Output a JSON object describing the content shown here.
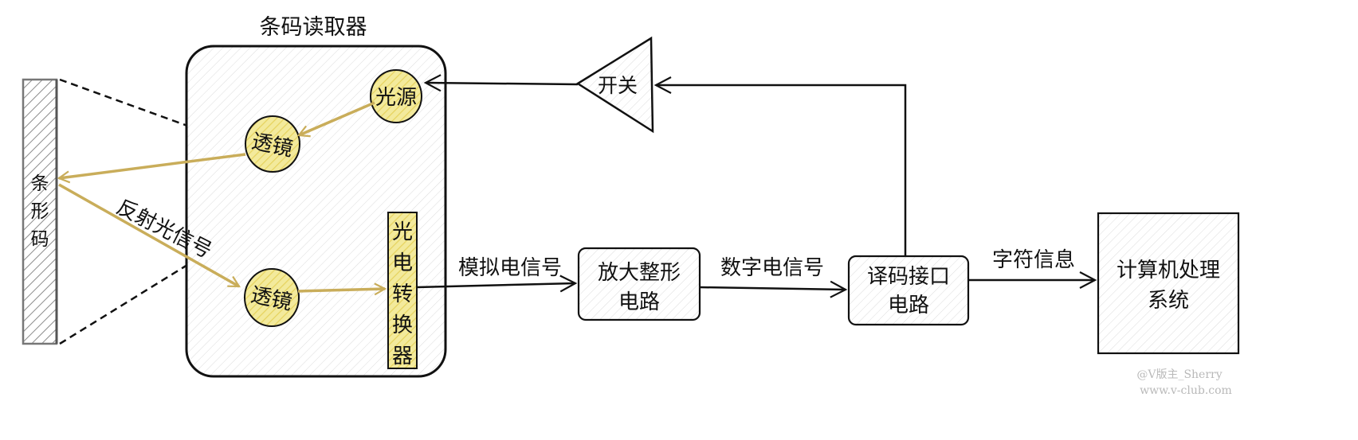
{
  "diagram": {
    "reader_title": "条码读取器",
    "barcode": "条形码",
    "light_source": "光源",
    "lens_top": "透镜",
    "lens_bottom": "透镜",
    "converter": "光电转换器",
    "reflected_signal": "反射光信号",
    "switch": "开关",
    "analog_signal": "模拟电信号",
    "amplifier_line1": "放大整形",
    "amplifier_line2": "电路",
    "digital_signal": "数字电信号",
    "decoder_line1": "译码接口",
    "decoder_line2": "电路",
    "char_info": "字符信息",
    "computer_line1": "计算机处理",
    "computer_line2": "系统"
  },
  "watermark": {
    "author": "@V版主_Sherry",
    "site": "www.v-club.com"
  },
  "colors": {
    "ink": "#111111",
    "gold_arrow": "#c9ad5a",
    "yellow_fill": "#f3ea9c",
    "hatch": "#cfcfcf",
    "barcode_frame": "#777777"
  }
}
